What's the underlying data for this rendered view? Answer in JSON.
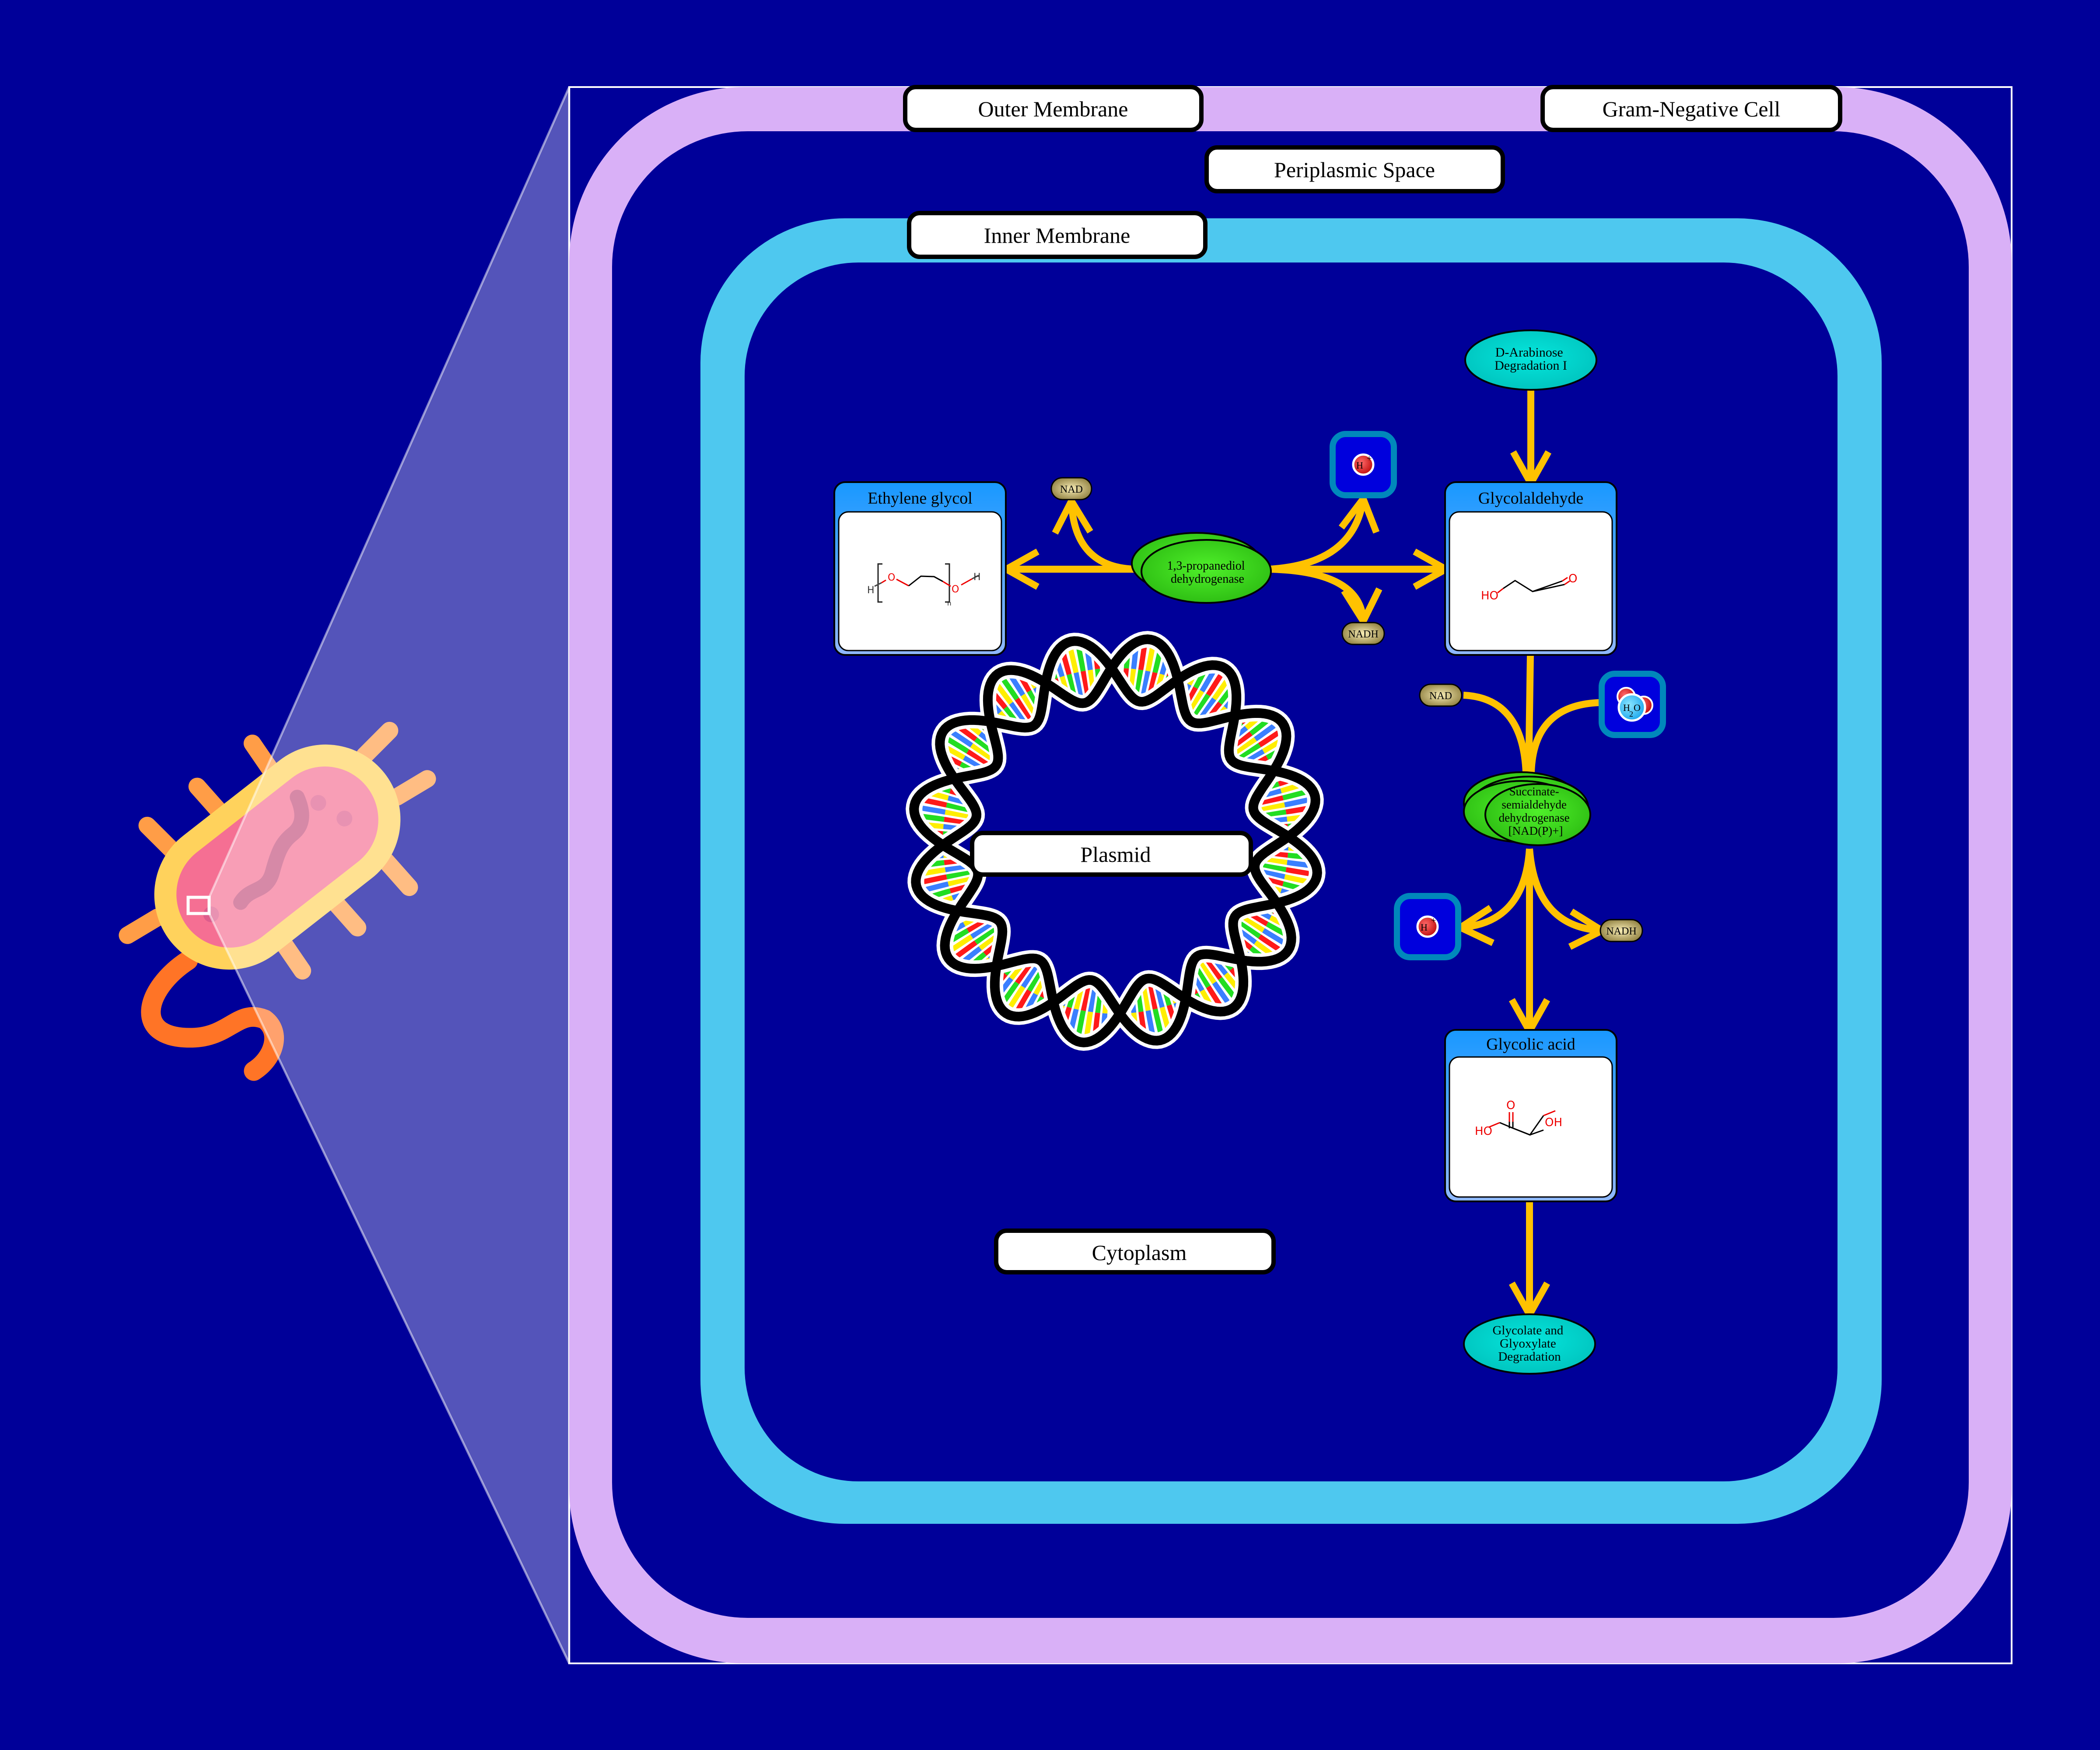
{
  "labels": {
    "outer_membrane": "Outer Membrane",
    "gram_negative_cell": "Gram-Negative Cell",
    "periplasmic_space": "Periplasmic Space",
    "inner_membrane": "Inner Membrane",
    "plasmid": "Plasmid",
    "cytoplasm": "Cytoplasm"
  },
  "compounds": {
    "ethylene_glycol": {
      "title": "Ethylene glycol",
      "atoms": {
        "h_left": "H",
        "o_left": "O",
        "n": "n",
        "o_right": "O",
        "h_right": "H"
      }
    },
    "glycolaldehyde": {
      "title": "Glycolaldehyde",
      "atoms": {
        "ho": "HO",
        "o": "O"
      }
    },
    "glycolic_acid": {
      "title": "Glycolic acid",
      "atoms": {
        "o": "O",
        "ho": "HO",
        "oh": "OH"
      }
    }
  },
  "pathways": {
    "d_arabinose": [
      "D-Arabinose",
      "Degradation I"
    ],
    "glycolate": [
      "Glycolate and",
      "Glyoxylate",
      "Degradation"
    ]
  },
  "enzymes": {
    "propanediol_dh": [
      "1,3-propanediol",
      "dehydrogenase"
    ],
    "ssa_dh": [
      "Succinate-",
      "semialdehyde",
      "dehydrogenase",
      "[NAD(P)+]"
    ]
  },
  "cofactors": {
    "nad_1": "NAD",
    "nadh_1": "NADH",
    "nad_2": "NAD",
    "nadh_2": "NADH",
    "proton_1": {
      "symbol": "H",
      "charge": "+"
    },
    "proton_2": {
      "symbol": "H",
      "charge": "+"
    },
    "water": {
      "h": "H",
      "sub": "2",
      "o": "O"
    }
  },
  "colors": {
    "background": "#000099",
    "outer_membrane": "#d9b0f7",
    "inner_membrane": "#4ec8ef",
    "arrow": "#ffc200",
    "enzyme": "#3fe024",
    "pathway": "#00d8d0",
    "dna_bases": [
      "#ff1a1a",
      "#ffee00",
      "#22dd22",
      "#3a7fff"
    ]
  }
}
